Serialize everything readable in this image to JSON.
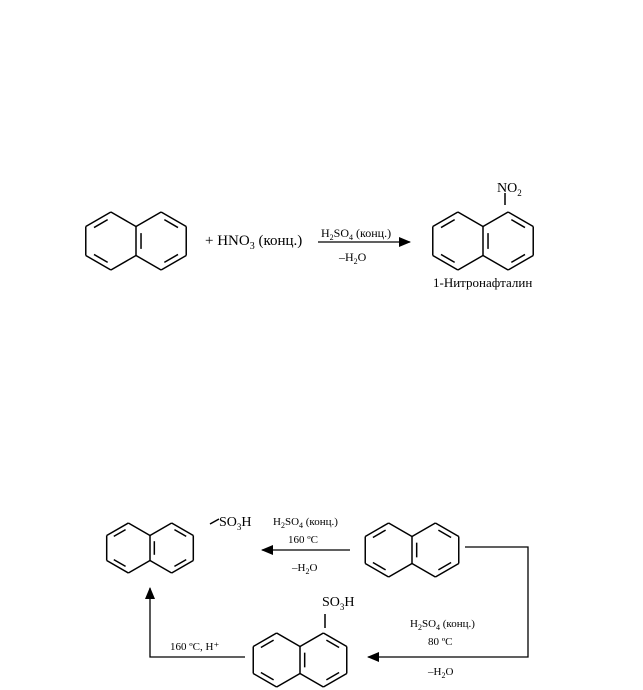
{
  "reaction1": {
    "reagent_main": "+ HNO",
    "reagent_sub": "3",
    "reagent_tail": " (конц.)",
    "catalyst_main": "H",
    "catalyst_sub1": "2",
    "catalyst_mid": "SO",
    "catalyst_sub2": "4",
    "catalyst_tail": " (конц.)",
    "byproduct_pre": "–H",
    "byproduct_sub": "2",
    "byproduct_post": "O",
    "product_group_main": "NO",
    "product_group_sub": "2",
    "product_name": "1-Нитронафталин"
  },
  "reaction2": {
    "upper_group_main": "SO",
    "upper_group_sub": "3",
    "upper_group_tail": "H",
    "upper_cat_main": "H",
    "upper_cat_sub1": "2",
    "upper_cat_mid": "SO",
    "upper_cat_sub2": "4",
    "upper_cat_tail": " (конц.)",
    "upper_temp": "160 ºC",
    "upper_by_pre": "–H",
    "upper_by_sub": "2",
    "upper_by_post": "O",
    "lower_group_main": "SO",
    "lower_group_sub": "3",
    "lower_group_tail": "H",
    "right_cat_main": "H",
    "right_cat_sub1": "2",
    "right_cat_mid": "SO",
    "right_cat_sub2": "4",
    "right_cat_tail": " (конц.)",
    "right_temp": "80 ºC",
    "right_by_pre": "–H",
    "right_by_sub": "2",
    "right_by_post": "O",
    "left_cond": "160 ºC, H⁺"
  }
}
